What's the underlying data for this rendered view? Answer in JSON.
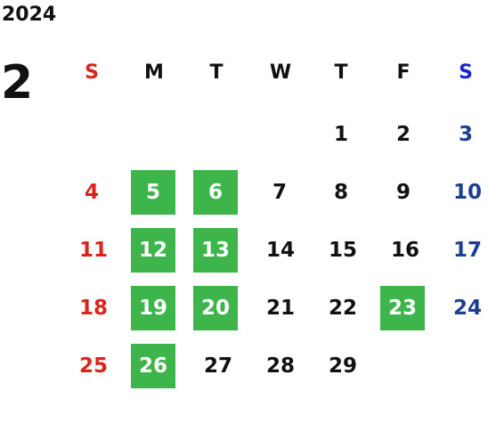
{
  "calendar": {
    "year": "2024",
    "month": "2",
    "weekday_headers": [
      "S",
      "M",
      "T",
      "W",
      "T",
      "F",
      "S"
    ],
    "weeks": [
      [
        "",
        "",
        "",
        "",
        "1",
        "2",
        "3"
      ],
      [
        "4",
        "5",
        "6",
        "7",
        "8",
        "9",
        "10"
      ],
      [
        "11",
        "12",
        "13",
        "14",
        "15",
        "16",
        "17"
      ],
      [
        "18",
        "19",
        "20",
        "21",
        "22",
        "23",
        "24"
      ],
      [
        "25",
        "26",
        "27",
        "28",
        "29",
        "",
        ""
      ]
    ],
    "highlighted_days": [
      "5",
      "6",
      "12",
      "13",
      "19",
      "20",
      "23",
      "26"
    ],
    "colors": {
      "highlight": "#3db54a",
      "sunday": "#d9261c",
      "saturday": "#1c3f94",
      "saturday_header": "#1a26c8",
      "weekday": "#111111"
    }
  }
}
